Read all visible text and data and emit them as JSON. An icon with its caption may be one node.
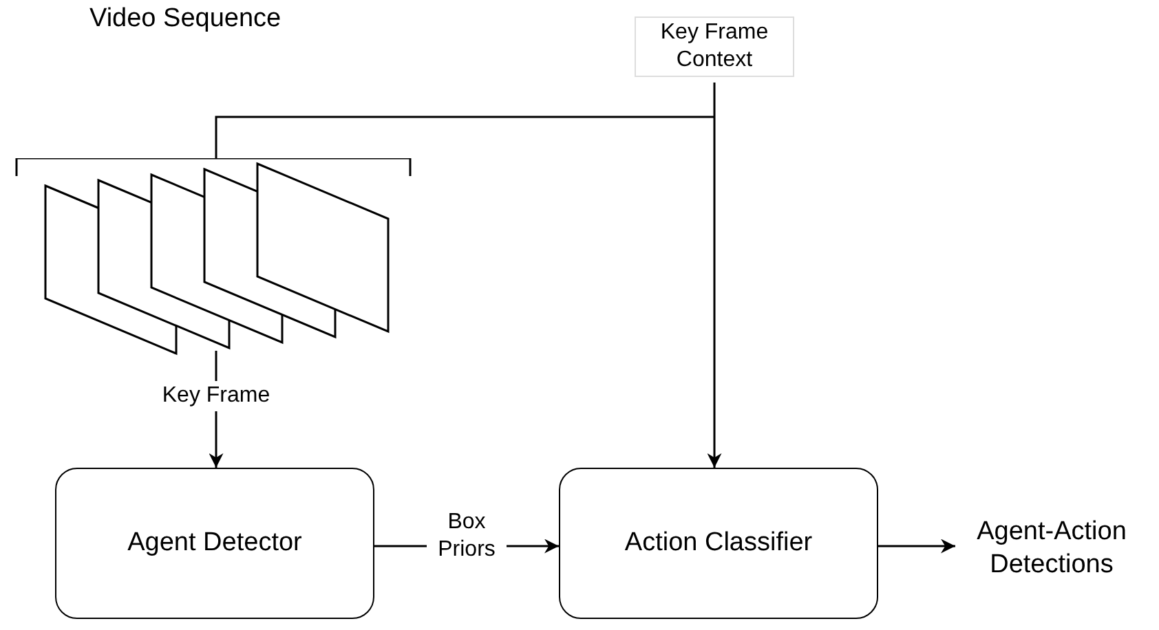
{
  "diagram": {
    "nodes": [
      {
        "text": [
          "Video Sequence"
        ]
      },
      {
        "text": [
          "Agent Detector"
        ]
      },
      {
        "text": [
          "Action Classifier"
        ]
      },
      {
        "text": [
          "Agent-Action Detections"
        ]
      }
    ],
    "edges": [
      {
        "from": 0,
        "to": 1,
        "arrow": "to",
        "label": "Key Frame"
      },
      {
        "from": 0,
        "to": 2,
        "arrow": "to",
        "label": "Key Frame Context"
      },
      {
        "from": 1,
        "to": 2,
        "arrow": "to",
        "label": "Box Priors"
      },
      {
        "from": 2,
        "to": 3,
        "arrow": "to"
      }
    ]
  }
}
